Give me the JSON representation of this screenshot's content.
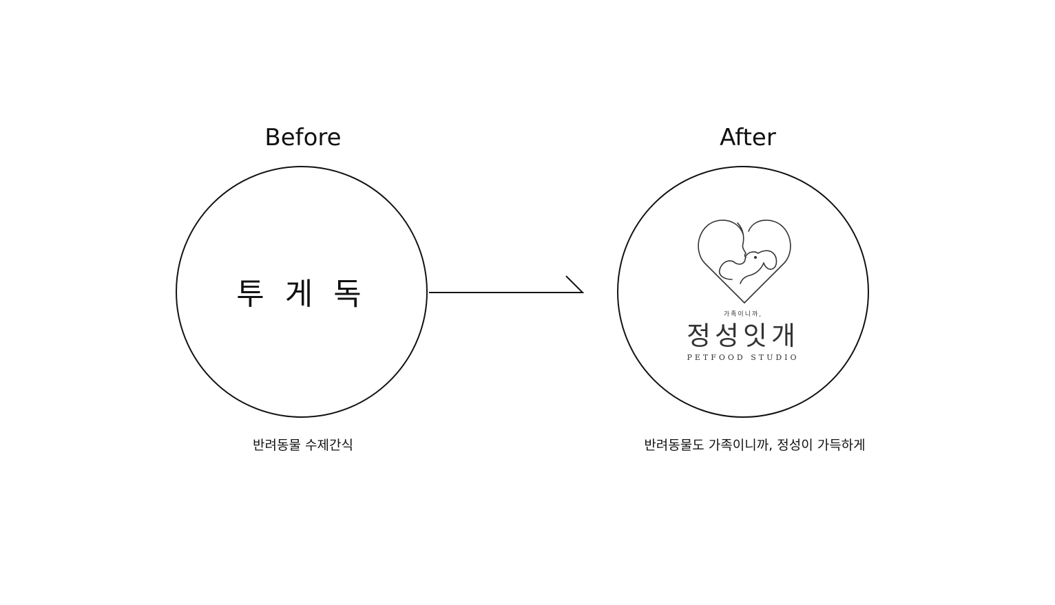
{
  "before": {
    "heading": "Before",
    "logo_text": "투 게 독",
    "caption": "반려동물  수제간식"
  },
  "after": {
    "heading": "After",
    "logo": {
      "tagline": "가족이니까,",
      "name": "정성잇개",
      "subtitle": "PETFOOD STUDIO",
      "mark_icon": "heart-woman-dog-icon"
    },
    "caption": "반려동물도 가족이니까, 정성이 가득하게"
  },
  "arrow_icon": "arrow-right-icon",
  "colors": {
    "line": "#111111",
    "logo": "#333333",
    "background": "#ffffff"
  }
}
